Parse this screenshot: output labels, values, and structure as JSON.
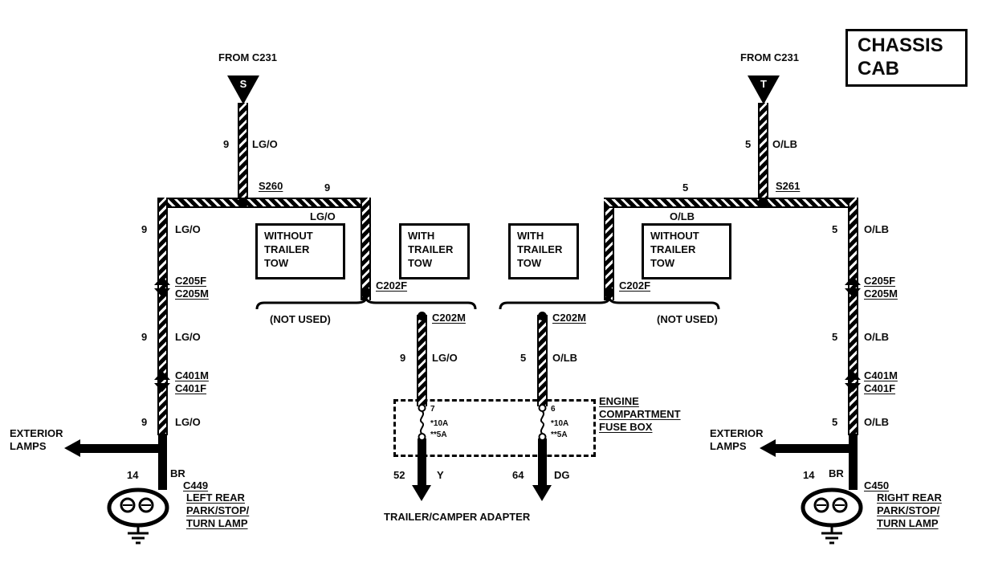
{
  "title": {
    "line1": "CHASSIS",
    "line2": "CAB"
  },
  "center": {
    "fuse_box_label": {
      "line1": "ENGINE",
      "line2": "COMPARTMENT",
      "line3": "FUSE BOX"
    },
    "adapter_label": "TRAILER/CAMPER ADAPTER"
  },
  "left": {
    "from_label": "FROM C231",
    "triangle_letter": "S",
    "feed_wire": {
      "gauge": "9",
      "color": "LG/O"
    },
    "splice": "S260",
    "branch_wire": {
      "gauge": "9",
      "color": "LG/O"
    },
    "body_wire1": {
      "gauge": "9",
      "color": "LG/O"
    },
    "connector1": {
      "top": "C205F",
      "bottom": "C205M"
    },
    "body_wire2": {
      "gauge": "9",
      "color": "LG/O"
    },
    "connector2": {
      "top": "C401M",
      "bottom": "C401F"
    },
    "body_wire3": {
      "gauge": "9",
      "color": "LG/O"
    },
    "exterior_label": {
      "line1": "EXTERIOR",
      "line2": "LAMPS"
    },
    "lamp_wire": {
      "gauge": "14",
      "color": "BR"
    },
    "lamp_connector": "C449",
    "lamp_label": {
      "line1": "LEFT REAR",
      "line2": "PARK/STOP/",
      "line3": "TURN LAMP"
    },
    "box_without": {
      "line1": "WITHOUT",
      "line2": "TRAILER",
      "line3": "TOW"
    },
    "box_with": {
      "line1": "WITH",
      "line2": "TRAILER",
      "line3": "TOW"
    },
    "c202f": "C202F",
    "not_used": "(NOT USED)",
    "c202m": "C202M",
    "tow_wire": {
      "gauge": "9",
      "color": "LG/O"
    },
    "fuse": {
      "pin": "7",
      "rating1": "*10A",
      "rating2": "**5A"
    },
    "output_wire": {
      "gauge": "52",
      "color": "Y"
    }
  },
  "right": {
    "from_label": "FROM C231",
    "triangle_letter": "T",
    "feed_wire": {
      "gauge": "5",
      "color": "O/LB"
    },
    "splice": "S261",
    "branch_wire": {
      "gauge": "5",
      "color": "O/LB"
    },
    "body_wire1": {
      "gauge": "5",
      "color": "O/LB"
    },
    "connector1": {
      "top": "C205F",
      "bottom": "C205M"
    },
    "body_wire2": {
      "gauge": "5",
      "color": "O/LB"
    },
    "connector2": {
      "top": "C401M",
      "bottom": "C401F"
    },
    "body_wire3": {
      "gauge": "5",
      "color": "O/LB"
    },
    "exterior_label": {
      "line1": "EXTERIOR",
      "line2": "LAMPS"
    },
    "lamp_wire": {
      "gauge": "14",
      "color": "BR"
    },
    "lamp_connector": "C450",
    "lamp_label": {
      "line1": "RIGHT REAR",
      "line2": "PARK/STOP/",
      "line3": "TURN LAMP"
    },
    "box_with": {
      "line1": "WITH",
      "line2": "TRAILER",
      "line3": "TOW"
    },
    "box_without": {
      "line1": "WITHOUT",
      "line2": "TRAILER",
      "line3": "TOW"
    },
    "c202f": "C202F",
    "not_used": "(NOT USED)",
    "c202m": "C202M",
    "tow_wire": {
      "gauge": "5",
      "color": "O/LB"
    },
    "fuse": {
      "pin": "6",
      "rating1": "*10A",
      "rating2": "**5A"
    },
    "output_wire": {
      "gauge": "64",
      "color": "DG"
    }
  }
}
